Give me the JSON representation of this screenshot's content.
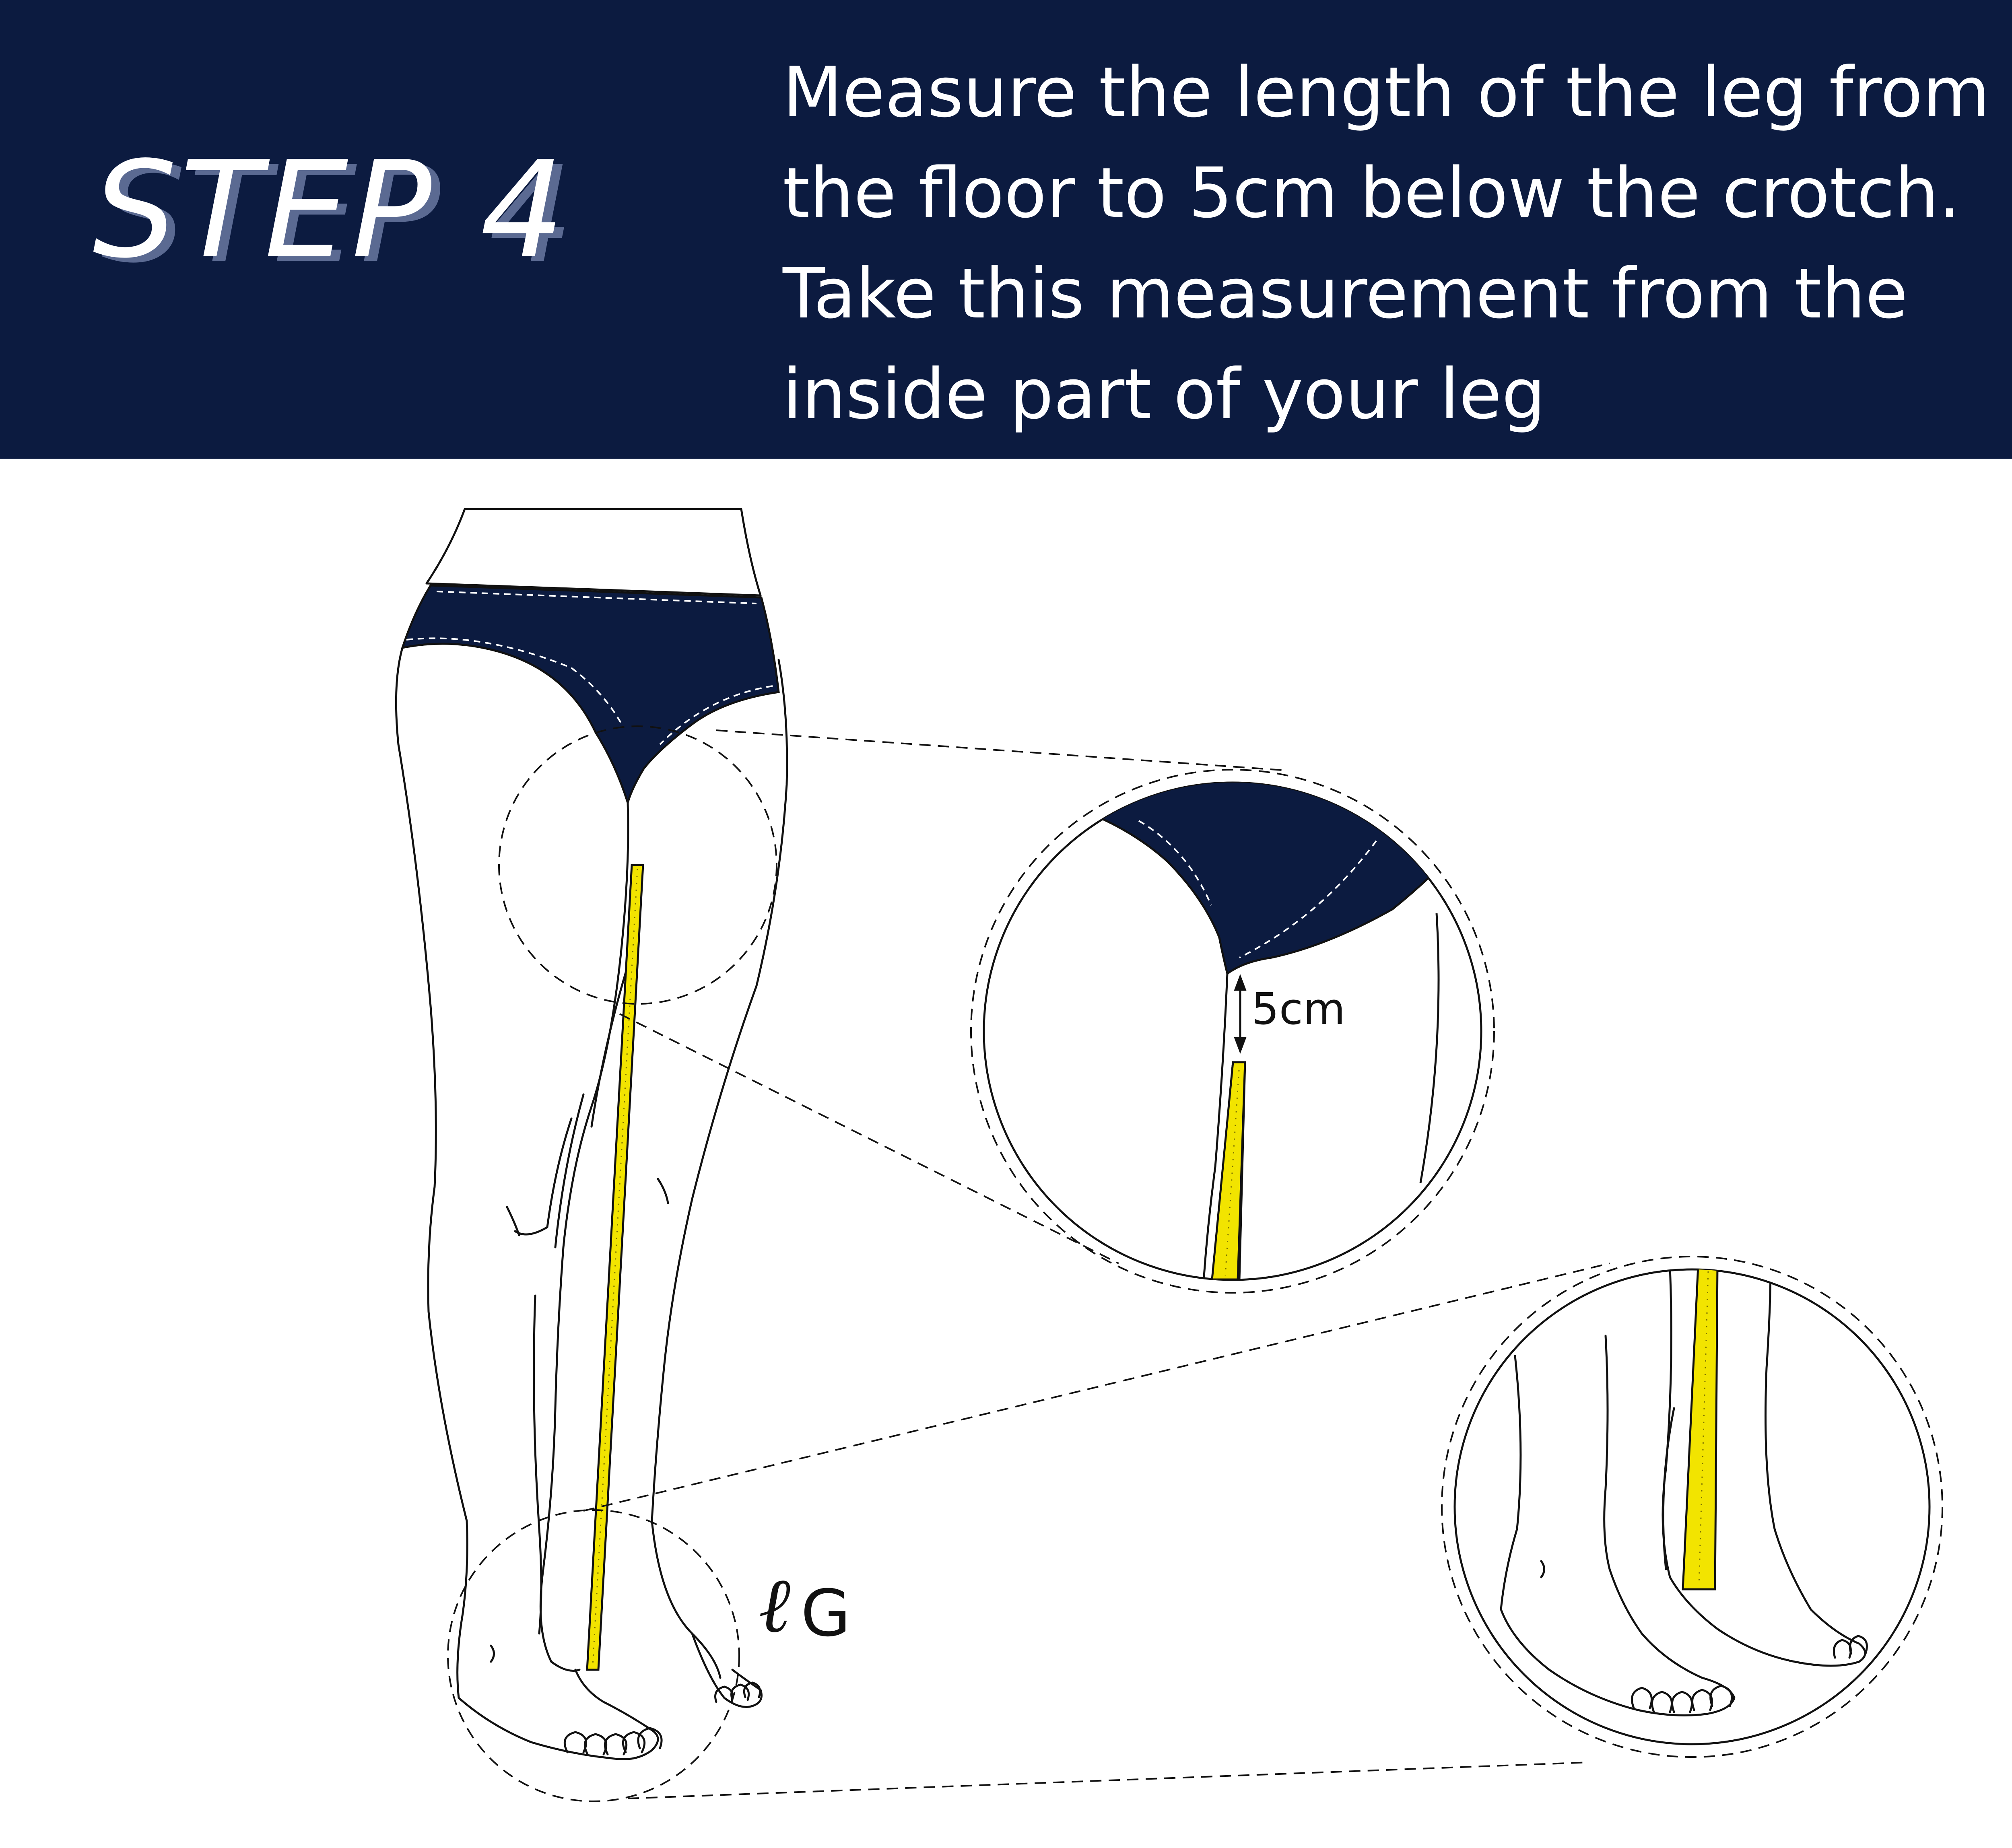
{
  "header": {
    "title": "STEP 4",
    "instruction_lines": [
      "Measure the length of the leg from",
      "the floor to 5cm below the crotch.",
      "Take this measurement from the",
      "inside part of your leg"
    ]
  },
  "diagram": {
    "gap_label": "5cm",
    "logo": {
      "script": "ℓ",
      "letter": "G"
    }
  },
  "colors": {
    "header_bg": "#0c1b40",
    "brief": "#0c1b40",
    "tape": "#f2e400",
    "outline": "#111111"
  }
}
